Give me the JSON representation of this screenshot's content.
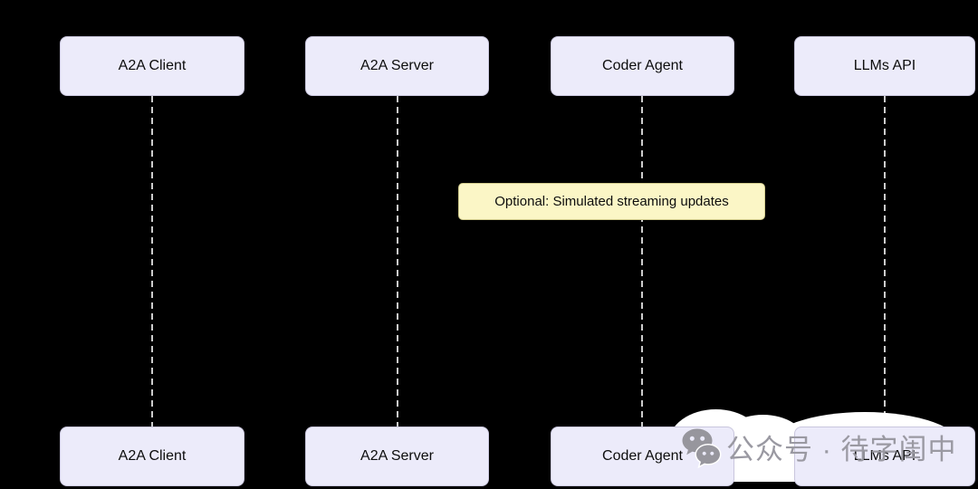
{
  "diagram": {
    "type": "sequence",
    "participants": [
      {
        "label": "A2A Client"
      },
      {
        "label": "A2A Server"
      },
      {
        "label": "Coder Agent"
      },
      {
        "label": "LLMs API"
      }
    ],
    "note": {
      "label": "Optional: Simulated streaming updates"
    }
  },
  "watermark": {
    "icon": "wechat-icon",
    "text": "公众号 · 待字闺中"
  },
  "colors": {
    "background": "#000000",
    "participant_fill": "#ECEBFA",
    "participant_border": "#C9C6DD",
    "note_fill": "#FBF6C6",
    "note_border": "#D2CC8D",
    "lifeline": "#CCCCCC",
    "watermark_icon": "#97969D",
    "watermark_text": "#9A99A2"
  }
}
